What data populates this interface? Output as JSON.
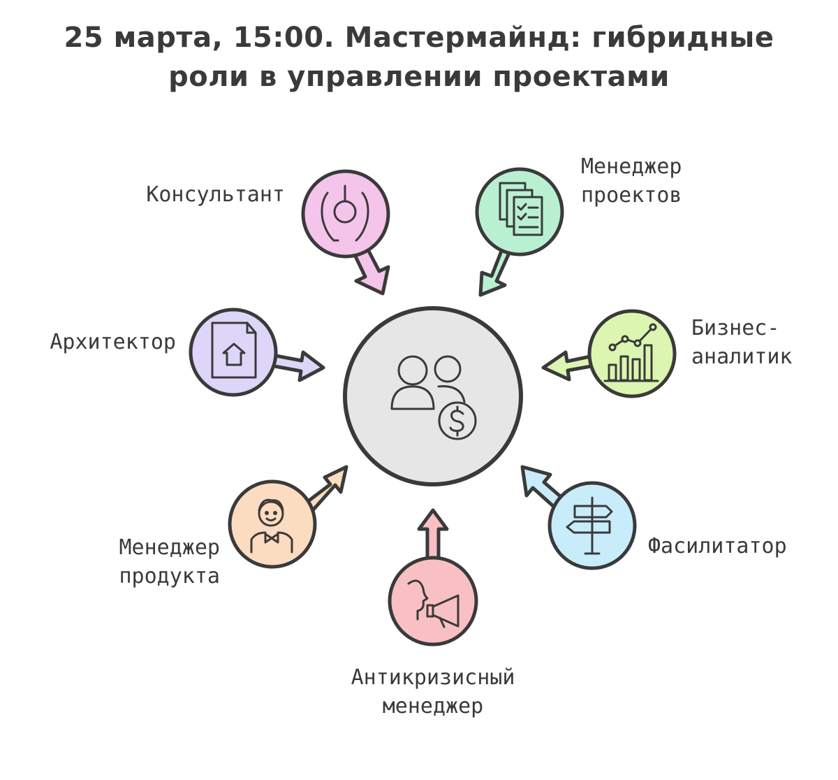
{
  "title": {
    "line1": "25 марта, 15:00. Мастермайнд: гибридные",
    "line2": "роли в управлении проектами"
  },
  "colors": {
    "stroke": "#3a3a3a",
    "center": "#e6e6e6",
    "consultant": "#f5c4ea",
    "project_manager": "#b9f0d2",
    "business_analyst": "#dcf5b0",
    "facilitator": "#c8ecfa",
    "crisis_manager": "#f9c0c4",
    "product_manager": "#fbdcc0",
    "architect": "#ddd6f8"
  },
  "roles": {
    "consultant": {
      "label": "Консультант",
      "icon": "headset-icon"
    },
    "project_manager": {
      "label": "Менеджер\nпроектов",
      "icon": "checklist-documents-icon"
    },
    "business_analyst": {
      "label": "Бизнес-\nаналитик",
      "icon": "bar-line-chart-icon"
    },
    "facilitator": {
      "label": "Фасилитатор",
      "icon": "signpost-icon"
    },
    "crisis_manager": {
      "label": "Антикризисный\nменеджер",
      "icon": "megaphone-speaker-icon"
    },
    "product_manager": {
      "label": "Менеджер\nпродукта",
      "icon": "person-bowtie-icon"
    },
    "architect": {
      "label": "Архитектор",
      "icon": "blueprint-house-icon"
    }
  },
  "center": {
    "icon": "people-dollar-icon"
  }
}
